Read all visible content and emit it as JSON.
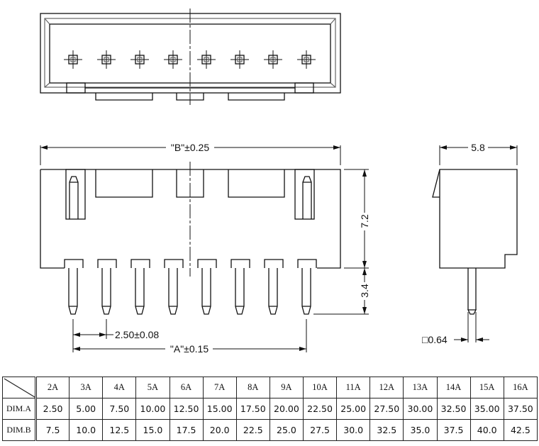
{
  "drawing": {
    "pin_count": 8,
    "dim_b_label": "\"B\"±0.25",
    "dim_a_label": "\"A\"±0.15",
    "pitch_label": "2.50±0.08",
    "height_label": "7.2",
    "pin_length_label": "3.4",
    "depth_label": "5.8",
    "pin_size_label": "□0.64"
  },
  "table": {
    "columns": [
      "2A",
      "3A",
      "4A",
      "5A",
      "6A",
      "7A",
      "8A",
      "9A",
      "10A",
      "11A",
      "12A",
      "13A",
      "14A",
      "15A",
      "16A"
    ],
    "rows": [
      {
        "label": "DIM.A",
        "values": [
          "2.50",
          "5.00",
          "7.50",
          "10.00",
          "12.50",
          "15.00",
          "17.50",
          "20.00",
          "22.50",
          "25.00",
          "27.50",
          "30.00",
          "32.50",
          "35.00",
          "37.50"
        ]
      },
      {
        "label": "DIM.B",
        "values": [
          "7.5",
          "10.0",
          "12.5",
          "15.0",
          "17.5",
          "20.0",
          "22.5",
          "25.0",
          "27.5",
          "30.0",
          "32.5",
          "35.0",
          "37.5",
          "40.0",
          "42.5"
        ]
      }
    ]
  }
}
